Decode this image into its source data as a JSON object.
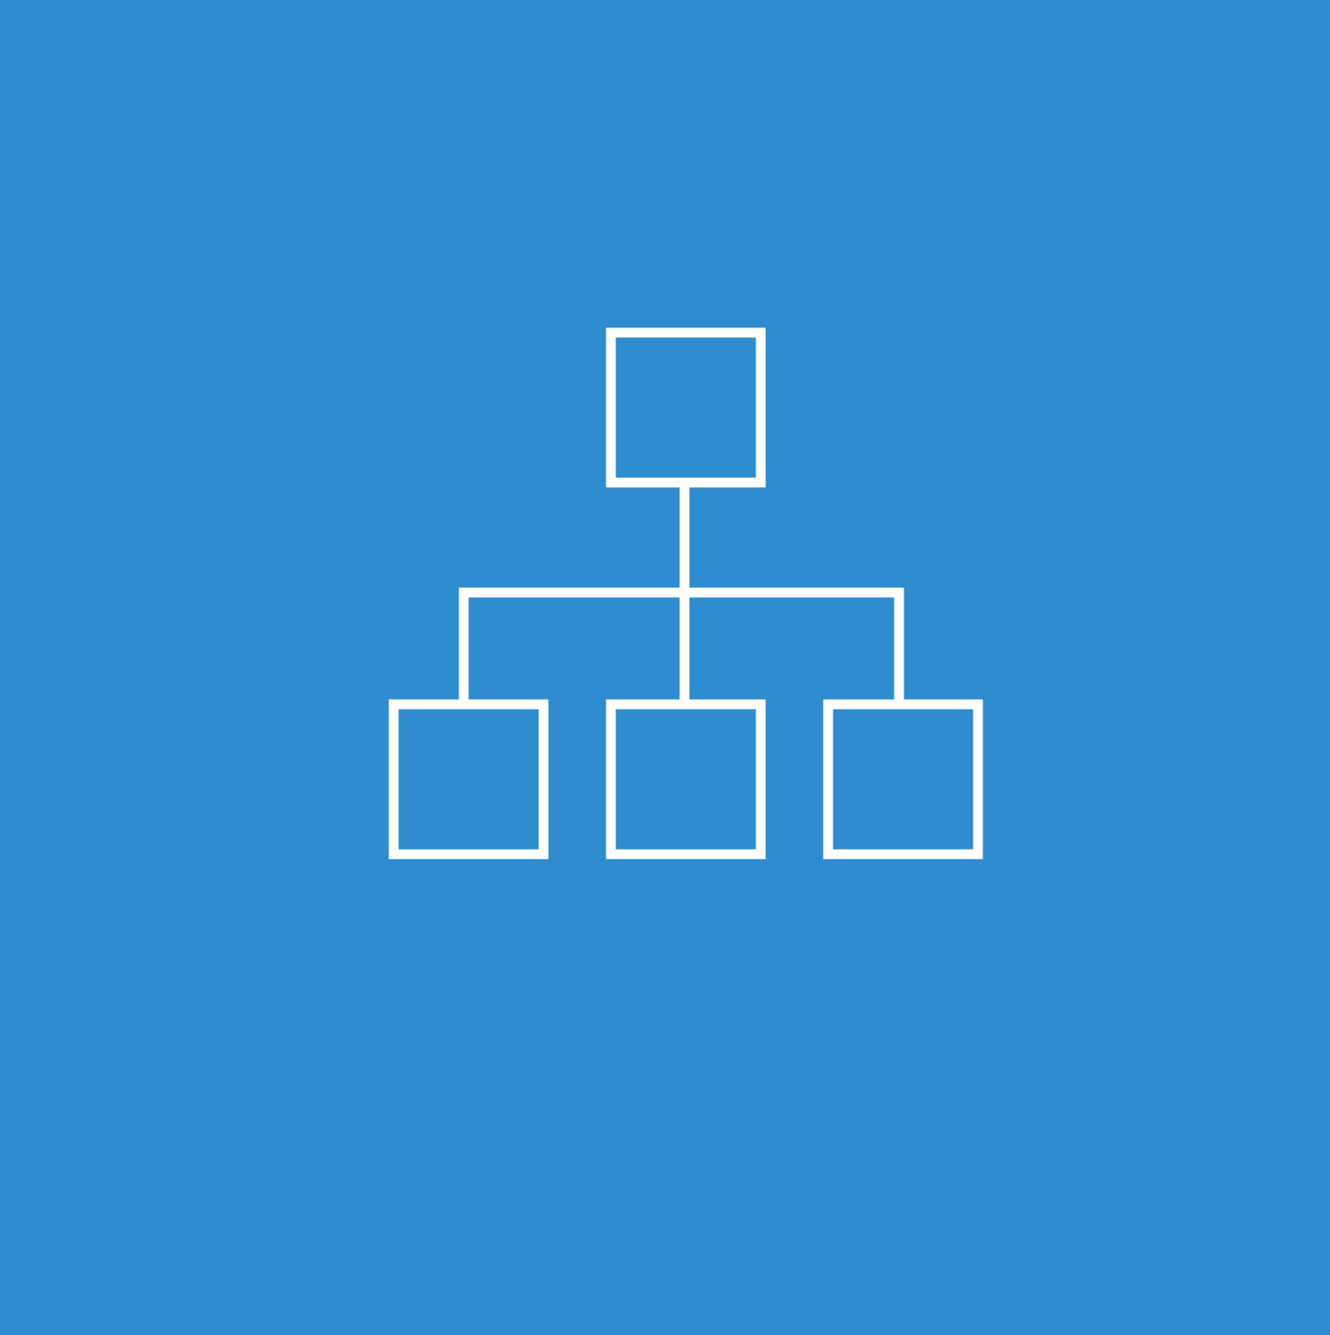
{
  "icon": {
    "name": "hierarchy-org-chart-icon",
    "background_color": "#2f8ccf",
    "stroke_color": "#ffffff",
    "nodes": [
      {
        "role": "parent"
      },
      {
        "role": "child"
      },
      {
        "role": "child"
      },
      {
        "role": "child"
      }
    ]
  }
}
